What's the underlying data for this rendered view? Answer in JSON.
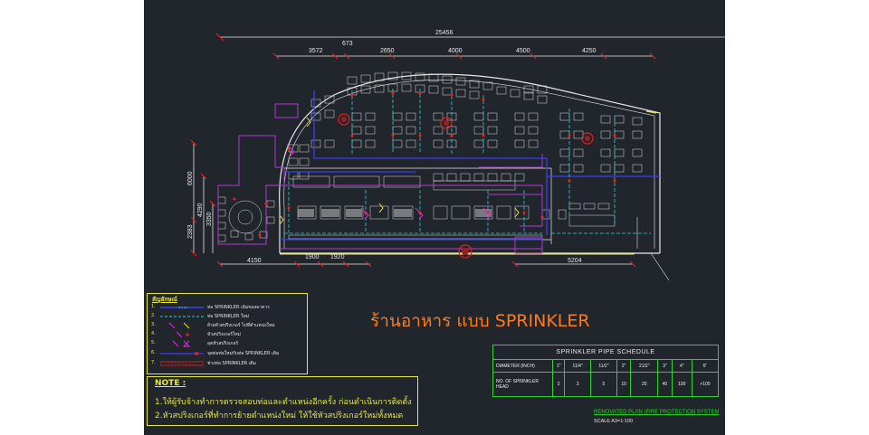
{
  "drawing": {
    "title": "ร้านอาหาร แบบ SPRINKLER",
    "renovated_label": "RENOVATED PLAN (FIRE PROTECTION SYSTEM",
    "scale_label": "SCALE A3=1:100",
    "dimensions": {
      "overall": "25456",
      "top": [
        "3572",
        "673",
        "2650",
        "4000",
        "4500",
        "4250"
      ],
      "left": [
        "6000",
        "4290",
        "3350",
        "2383"
      ],
      "bottom": [
        "4150",
        "1900",
        "1920",
        "5204"
      ]
    },
    "colors": {
      "background": "#21262c",
      "wall": "#e8e8e8",
      "sprinkler_pipe_main": "#3d3df5",
      "sprinkler_pipe_branch": "#28d0d0",
      "zone": "#b03ad0",
      "annotation": "#e6e646",
      "schedule_grid": "#2fd12f",
      "title": "#ff7a1a",
      "sprinkler_head": "#e81e1e"
    }
  },
  "legend": {
    "heading": "สัญลักษณ์",
    "items": [
      {
        "num": "1.",
        "text": "ท่อ SPRINKLER เดิมของอาคาร"
      },
      {
        "num": "2.",
        "text": "ท่อ SPRINKLER ใหม่"
      },
      {
        "num": "3.",
        "text": "ย้ายหัวสปริงเกอร์ ไปที่ตำแหน่งใหม่"
      },
      {
        "num": "4.",
        "text": "หัวสปริงเกอร์ใหม่"
      },
      {
        "num": "5.",
        "text": "อุดหัวสปริงเกอร์"
      },
      {
        "num": "6.",
        "text": "จุดต่อท่อใหม่กับท่อ SPRINKLER เดิม"
      },
      {
        "num": "7.",
        "text": "ช่วงท่อ SPRINKLER เดิม"
      }
    ]
  },
  "note": {
    "heading": "NOTE :",
    "lines": [
      "1.ให้ผู้รับจ้างทำการตรวจสอบท่อและตำแหน่งอีกครั้ง ก่อนดำเนินการติดตั้ง",
      "2.หัวสปริงเกอร์ที่ทำการย้ายตำแหน่งใหม่ ให้ใช้หัวสปริงเกอร์ใหม่ทั้งหมด"
    ]
  },
  "schedule": {
    "title": "SPRINKLER PIPE SCHEDULE",
    "row1_label": "DIAMETER (INCH)",
    "row2_label": "NO. OF SPRINKLER HEAD",
    "diameters": [
      "1\"",
      "11/4\"",
      "11/2\"",
      "2\"",
      "21/2\"",
      "3\"",
      "4\"",
      "6\""
    ],
    "heads": [
      "2",
      "3",
      "5",
      "10",
      "20",
      "40",
      "100",
      ">100"
    ]
  }
}
